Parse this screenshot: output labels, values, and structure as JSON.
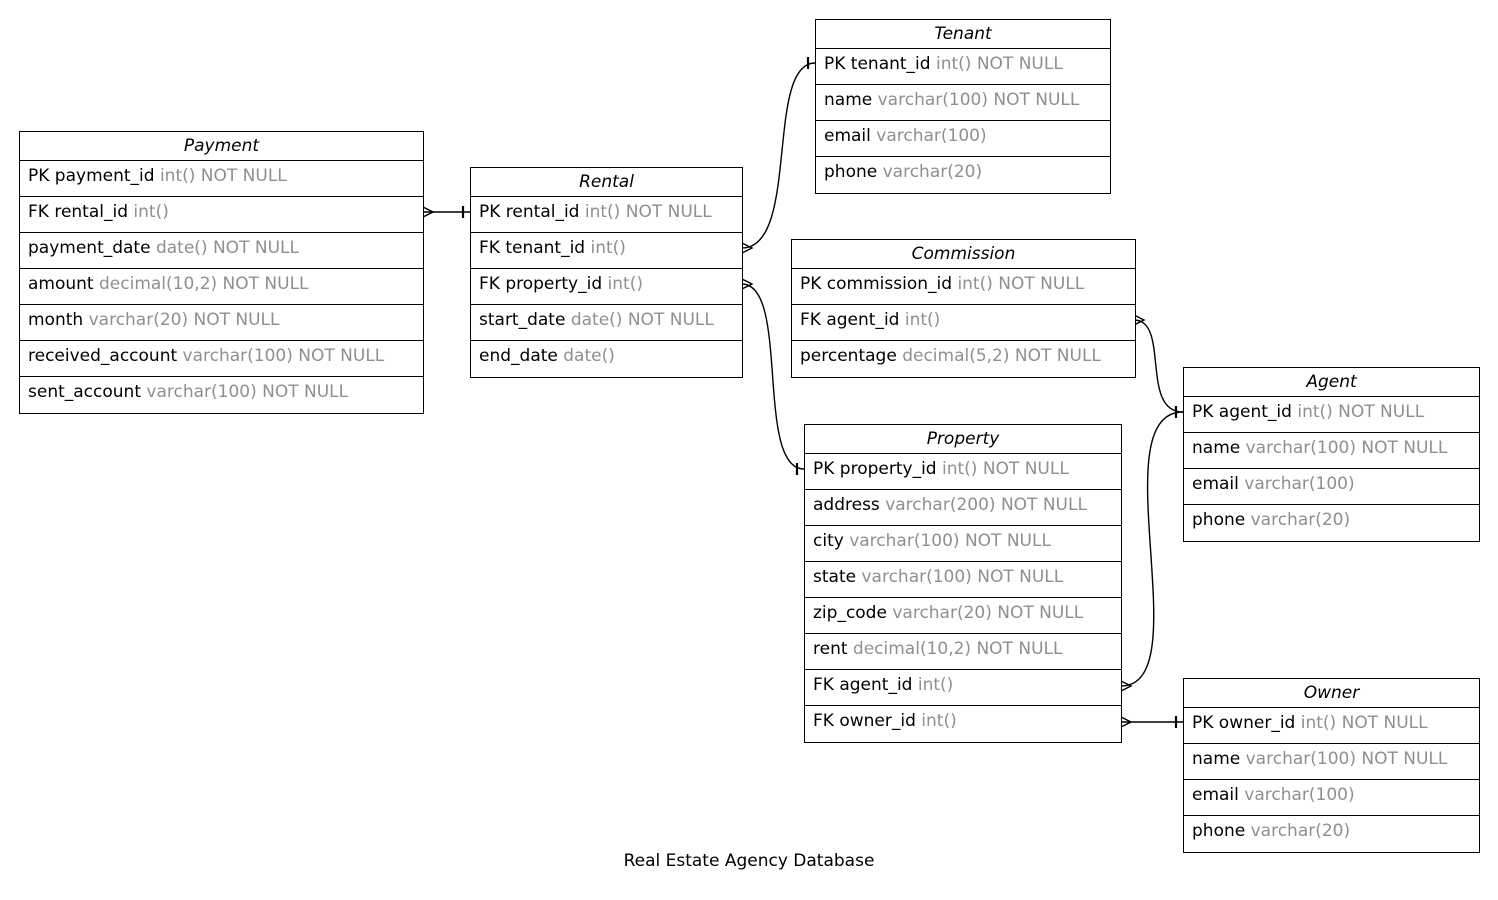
{
  "title": "Real Estate Agency Database",
  "tables": {
    "payment": {
      "name": "Payment",
      "rows": [
        {
          "name": "PK payment_id",
          "type": "int() NOT NULL"
        },
        {
          "name": "FK rental_id",
          "type": "int()"
        },
        {
          "name": "payment_date",
          "type": "date() NOT NULL"
        },
        {
          "name": "amount",
          "type": "decimal(10,2) NOT NULL"
        },
        {
          "name": "month",
          "type": "varchar(20) NOT NULL"
        },
        {
          "name": "received_account",
          "type": "varchar(100) NOT NULL"
        },
        {
          "name": "sent_account",
          "type": "varchar(100) NOT NULL"
        }
      ]
    },
    "rental": {
      "name": "Rental",
      "rows": [
        {
          "name": "PK rental_id",
          "type": "int() NOT NULL"
        },
        {
          "name": "FK tenant_id",
          "type": "int()"
        },
        {
          "name": "FK property_id",
          "type": "int()"
        },
        {
          "name": "start_date",
          "type": "date() NOT NULL"
        },
        {
          "name": "end_date",
          "type": "date()"
        }
      ]
    },
    "tenant": {
      "name": "Tenant",
      "rows": [
        {
          "name": "PK tenant_id",
          "type": "int() NOT NULL"
        },
        {
          "name": "name",
          "type": "varchar(100) NOT NULL"
        },
        {
          "name": "email",
          "type": "varchar(100)"
        },
        {
          "name": "phone",
          "type": "varchar(20)"
        }
      ]
    },
    "commission": {
      "name": "Commission",
      "rows": [
        {
          "name": "PK commission_id",
          "type": "int() NOT NULL"
        },
        {
          "name": "FK agent_id",
          "type": "int()"
        },
        {
          "name": "percentage",
          "type": "decimal(5,2) NOT NULL"
        }
      ]
    },
    "agent": {
      "name": "Agent",
      "rows": [
        {
          "name": "PK agent_id",
          "type": "int() NOT NULL"
        },
        {
          "name": "name",
          "type": "varchar(100) NOT NULL"
        },
        {
          "name": "email",
          "type": "varchar(100)"
        },
        {
          "name": "phone",
          "type": "varchar(20)"
        }
      ]
    },
    "property": {
      "name": "Property",
      "rows": [
        {
          "name": "PK property_id",
          "type": "int() NOT NULL"
        },
        {
          "name": "address",
          "type": "varchar(200) NOT NULL"
        },
        {
          "name": "city",
          "type": "varchar(100) NOT NULL"
        },
        {
          "name": "state",
          "type": "varchar(100) NOT NULL"
        },
        {
          "name": "zip_code",
          "type": "varchar(20) NOT NULL"
        },
        {
          "name": "rent",
          "type": "decimal(10,2) NOT NULL"
        },
        {
          "name": "FK agent_id",
          "type": "int()"
        },
        {
          "name": "FK owner_id",
          "type": "int()"
        }
      ]
    },
    "owner": {
      "name": "Owner",
      "rows": [
        {
          "name": "PK owner_id",
          "type": "int() NOT NULL"
        },
        {
          "name": "name",
          "type": "varchar(100) NOT NULL"
        },
        {
          "name": "email",
          "type": "varchar(100)"
        },
        {
          "name": "phone",
          "type": "varchar(20)"
        }
      ]
    }
  },
  "relationships": [
    {
      "from": "payment.rental_id",
      "to": "rental.rental_id",
      "kind": "many-to-one"
    },
    {
      "from": "rental.tenant_id",
      "to": "tenant.tenant_id",
      "kind": "many-to-one"
    },
    {
      "from": "rental.property_id",
      "to": "property.property_id",
      "kind": "many-to-one"
    },
    {
      "from": "commission.agent_id",
      "to": "agent.agent_id",
      "kind": "many-to-one"
    },
    {
      "from": "property.agent_id",
      "to": "agent.agent_id",
      "kind": "many-to-one"
    },
    {
      "from": "property.owner_id",
      "to": "owner.owner_id",
      "kind": "many-to-one"
    }
  ]
}
